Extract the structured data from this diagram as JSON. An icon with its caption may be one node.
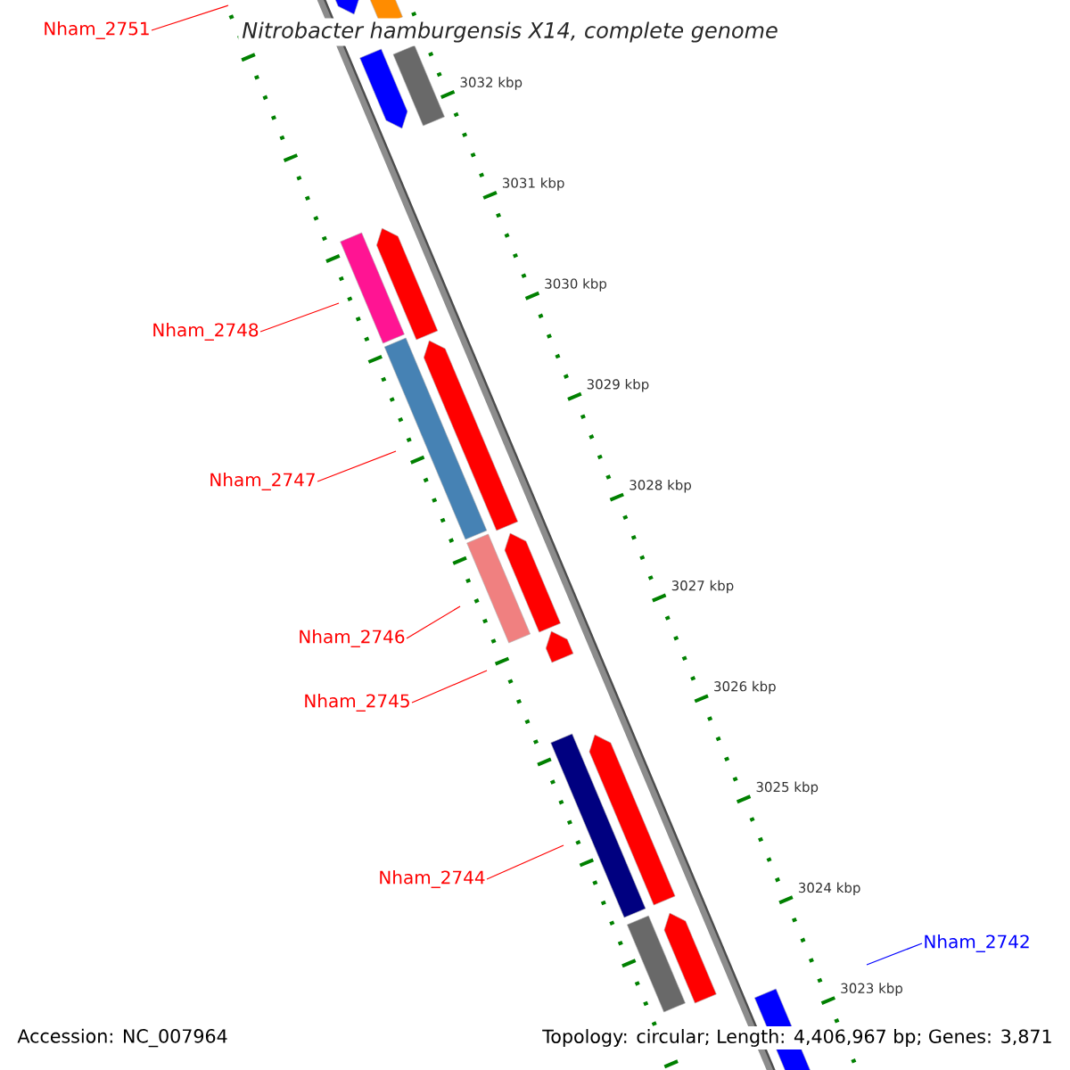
{
  "diagram": {
    "title": "Nitrobacter hamburgensis X14, complete genome",
    "nodes": [
      {
        "text": [
          "Nham_2751"
        ]
      },
      {
        "text": [
          "Nham_2748"
        ]
      },
      {
        "text": [
          "Nham_2747"
        ]
      },
      {
        "text": [
          "Nham_2746"
        ]
      },
      {
        "text": [
          "Nham_2745"
        ]
      },
      {
        "text": [
          "Nham_2744"
        ]
      },
      {
        "text": [
          "Nham_2742"
        ]
      }
    ],
    "edges": [
      {
        "from": 0,
        "to": null,
        "arrow": "none"
      },
      {
        "from": 1,
        "to": null,
        "arrow": "none"
      },
      {
        "from": 2,
        "to": null,
        "arrow": "none"
      },
      {
        "from": 3,
        "to": null,
        "arrow": "none"
      },
      {
        "from": 4,
        "to": null,
        "arrow": "none"
      },
      {
        "from": 5,
        "to": null,
        "arrow": "none"
      },
      {
        "from": 6,
        "to": null,
        "arrow": "none",
        "color": "#0000ff"
      }
    ],
    "labels": [
      "3032 kbp",
      "3031 kbp",
      "3030 kbp",
      "3029 kbp",
      "3028 kbp",
      "3027 kbp",
      "3026 kbp",
      "3025 kbp",
      "3024 kbp",
      "3023 kbp",
      "Accession: NC_007964",
      "Topology: circular; Length: 4,406,967 bp; Genes: 3,871"
    ]
  }
}
